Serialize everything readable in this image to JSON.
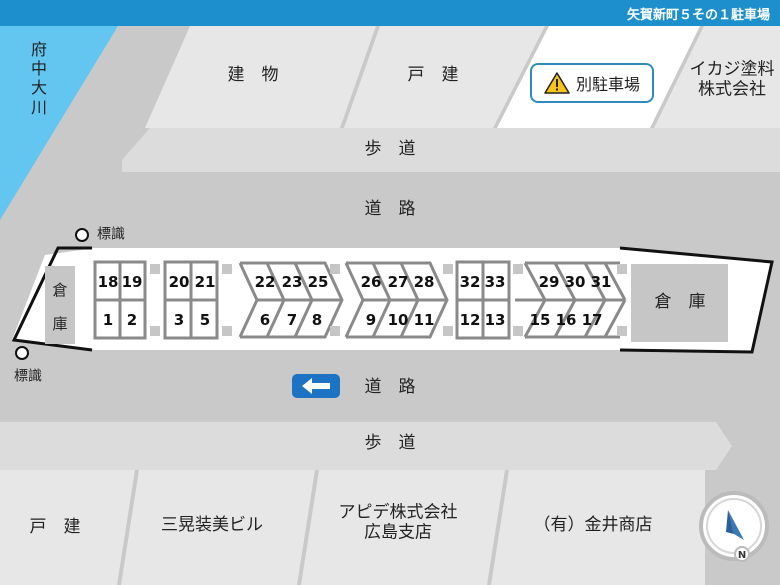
{
  "header": {
    "title": "矢賀新町５その１駐車場"
  },
  "river": {
    "label": "府中大川"
  },
  "buildings_top": [
    {
      "label": "建　物"
    },
    {
      "label": "戸　建"
    },
    {
      "label": "イカジ塗料\n株式会社"
    }
  ],
  "other_parking": {
    "label": "別駐車場",
    "icon": "warning-icon"
  },
  "sidewalk_top": {
    "label": "歩　道"
  },
  "road_top": {
    "label": "道　路"
  },
  "sign_top": {
    "label": "標識"
  },
  "sign_left": {
    "label": "標識"
  },
  "warehouse_left": {
    "label_1": "倉",
    "label_2": "庫"
  },
  "warehouse_right": {
    "label": "倉　庫"
  },
  "spaces": {
    "block_a_top": [
      "18",
      "19"
    ],
    "block_a_bottom": [
      "1",
      "2"
    ],
    "block_b_top": [
      "20",
      "21"
    ],
    "block_b_bottom": [
      "3",
      "5"
    ],
    "block_c_top": [
      "22",
      "23",
      "25"
    ],
    "block_c_bottom": [
      "6",
      "7",
      "8"
    ],
    "block_d_top": [
      "26",
      "27",
      "28"
    ],
    "block_d_bottom": [
      "9",
      "10",
      "11"
    ],
    "block_e_top": [
      "32",
      "33"
    ],
    "block_e_bottom": [
      "12",
      "13"
    ],
    "block_f_top": [
      "29",
      "30",
      "31"
    ],
    "block_f_bottom": [
      "15",
      "16",
      "17"
    ]
  },
  "road_bottom": {
    "label": "道　路",
    "direction_icon": "left-arrow-icon"
  },
  "sidewalk_bottom": {
    "label": "歩　道"
  },
  "buildings_bottom": [
    {
      "label": "戸　建"
    },
    {
      "label": "三晃装美ビル"
    },
    {
      "label": "アピデ株式会社\n広島支店"
    },
    {
      "label": "（有）金井商店"
    }
  ],
  "compass": {
    "icon": "compass-icon",
    "north": "N"
  },
  "colors": {
    "header": "#1d8fcd",
    "river": "#62c6f1",
    "lot": "#ffffff",
    "line": "#8a8a8a",
    "road": "#c9c9c9"
  }
}
